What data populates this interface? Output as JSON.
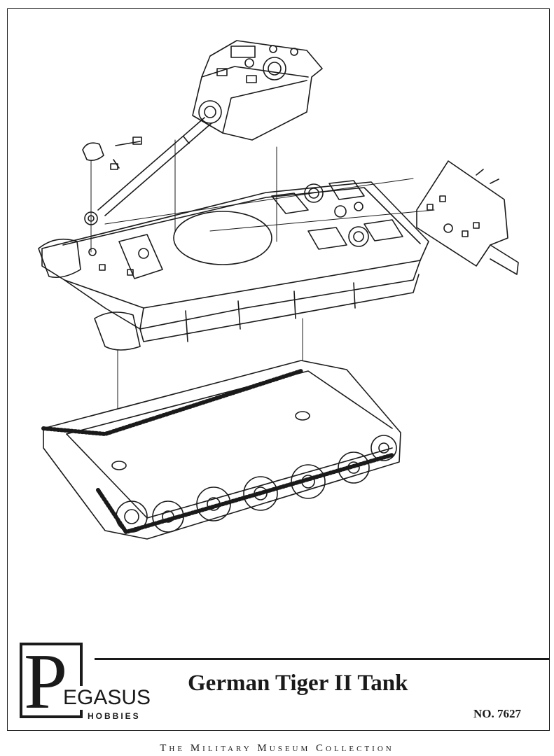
{
  "brand": {
    "logo_initial": "P",
    "logo_word": "EGASUS",
    "logo_sub": "HOBBIES"
  },
  "product": {
    "title": "German Tiger II Tank",
    "number": "NO. 7627"
  },
  "footer": {
    "collection": "The Military Museum Collection"
  },
  "illustration": {
    "icon": "exploded-tank-assembly-icon",
    "ink_color": "#1a1a1a",
    "paper_color": "#ffffff"
  }
}
